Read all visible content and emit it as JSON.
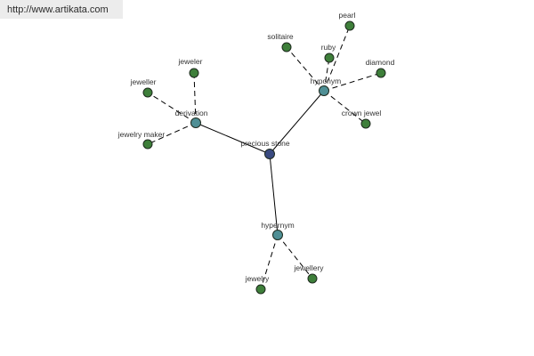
{
  "source": {
    "url": "http://www.artikata.com"
  },
  "palette": {
    "root": "#3a4a80",
    "relation": "#4f8f95",
    "leaf": "#3e7f3a"
  },
  "graph": {
    "nodes": [
      {
        "id": "root",
        "label": "precious stone",
        "kind": "root"
      },
      {
        "id": "rel-deriv",
        "label": "derivation",
        "kind": "relation"
      },
      {
        "id": "rel-hypo",
        "label": "hyponym",
        "kind": "relation"
      },
      {
        "id": "rel-hyper",
        "label": "hypernym",
        "kind": "relation"
      },
      {
        "id": "jeweler",
        "label": "jeweler",
        "kind": "leaf"
      },
      {
        "id": "jeweller",
        "label": "jeweller",
        "kind": "leaf"
      },
      {
        "id": "jewelry-maker",
        "label": "jewelry maker",
        "kind": "leaf"
      },
      {
        "id": "solitaire",
        "label": "solitaire",
        "kind": "leaf"
      },
      {
        "id": "ruby",
        "label": "ruby",
        "kind": "leaf"
      },
      {
        "id": "pearl",
        "label": "pearl",
        "kind": "leaf"
      },
      {
        "id": "diamond",
        "label": "diamond",
        "kind": "leaf"
      },
      {
        "id": "crown-jewel",
        "label": "crown jewel",
        "kind": "leaf"
      },
      {
        "id": "jewelry",
        "label": "jewelry",
        "kind": "leaf"
      },
      {
        "id": "jewellery",
        "label": "jewellery",
        "kind": "leaf"
      }
    ],
    "edges": [
      {
        "from": "root",
        "to": "rel-deriv",
        "style": "solid"
      },
      {
        "from": "root",
        "to": "rel-hypo",
        "style": "solid"
      },
      {
        "from": "root",
        "to": "rel-hyper",
        "style": "solid"
      },
      {
        "from": "rel-deriv",
        "to": "jeweler",
        "style": "dashed"
      },
      {
        "from": "rel-deriv",
        "to": "jeweller",
        "style": "dashed"
      },
      {
        "from": "rel-deriv",
        "to": "jewelry-maker",
        "style": "dashed"
      },
      {
        "from": "rel-hypo",
        "to": "solitaire",
        "style": "dashed"
      },
      {
        "from": "rel-hypo",
        "to": "ruby",
        "style": "dashed"
      },
      {
        "from": "rel-hypo",
        "to": "pearl",
        "style": "dashed"
      },
      {
        "from": "rel-hypo",
        "to": "diamond",
        "style": "dashed"
      },
      {
        "from": "rel-hypo",
        "to": "crown-jewel",
        "style": "dashed"
      },
      {
        "from": "rel-hyper",
        "to": "jewelry",
        "style": "dashed"
      },
      {
        "from": "rel-hyper",
        "to": "jewellery",
        "style": "dashed"
      }
    ]
  }
}
